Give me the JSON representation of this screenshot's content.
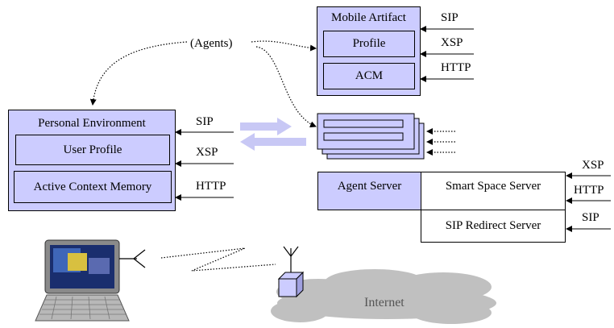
{
  "agents_label": "(Agents)",
  "mobile_artifact": {
    "title": "Mobile Artifact",
    "profile": "Profile",
    "acm": "ACM",
    "protocols": [
      "SIP",
      "XSP",
      "HTTP"
    ]
  },
  "personal_environment": {
    "title": "Personal Environment",
    "user_profile": "User Profile",
    "active_context_memory": "Active Context Memory",
    "protocols": [
      "SIP",
      "XSP",
      "HTTP"
    ]
  },
  "server": {
    "agent_server": "Agent Server",
    "smart_space_server": "Smart Space Server",
    "sip_redirect_server": "SIP Redirect Server",
    "protocols": [
      "XSP",
      "HTTP",
      "SIP"
    ]
  },
  "internet_label": "Internet",
  "colors": {
    "box_fill": "#ccccff",
    "exchange_arrows": "#c8c8f5",
    "cloud": "#c0c0c0"
  }
}
